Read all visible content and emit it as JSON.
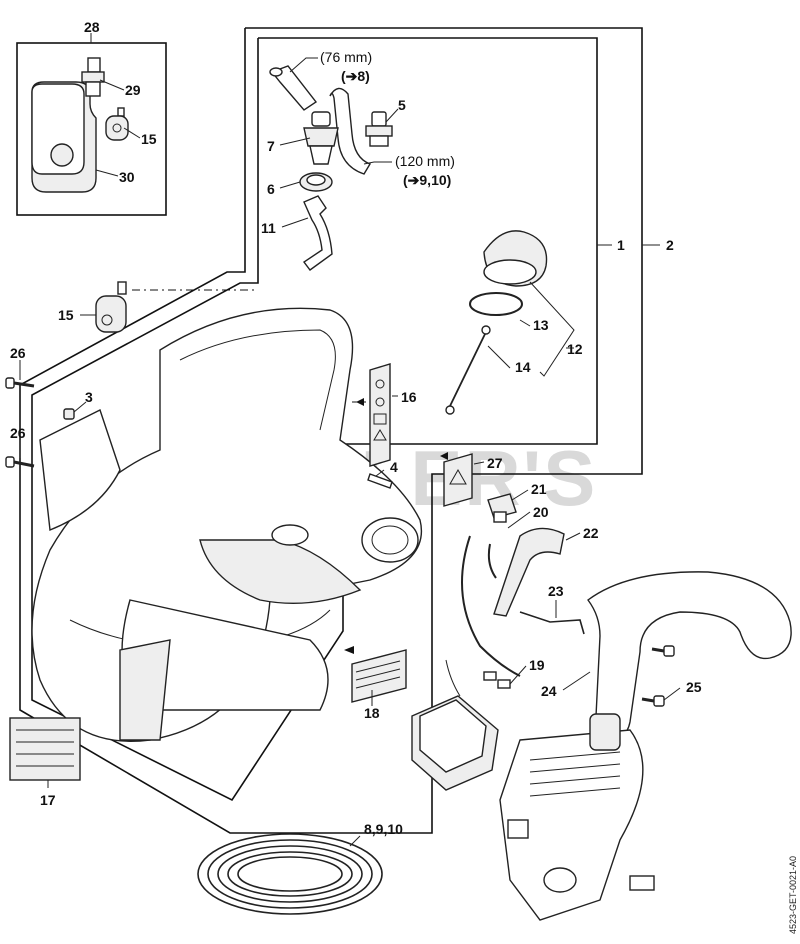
{
  "diagram": {
    "watermark": "STIHLER'S",
    "reference_code": "4523-GET-0021-A0",
    "callouts": [
      {
        "id": "c28",
        "text": "28"
      },
      {
        "id": "c29",
        "text": "29"
      },
      {
        "id": "c15a",
        "text": "15"
      },
      {
        "id": "c30",
        "text": "30"
      },
      {
        "id": "c5",
        "text": "5"
      },
      {
        "id": "c7",
        "text": "7"
      },
      {
        "id": "c6",
        "text": "6"
      },
      {
        "id": "c11",
        "text": "11"
      },
      {
        "id": "c15b",
        "text": "15"
      },
      {
        "id": "c1",
        "text": "1"
      },
      {
        "id": "c2",
        "text": "2"
      },
      {
        "id": "c13",
        "text": "13"
      },
      {
        "id": "c12",
        "text": "12"
      },
      {
        "id": "c14",
        "text": "14"
      },
      {
        "id": "c26a",
        "text": "26"
      },
      {
        "id": "c3",
        "text": "3"
      },
      {
        "id": "c16",
        "text": "16"
      },
      {
        "id": "c26b",
        "text": "26"
      },
      {
        "id": "c4",
        "text": "4"
      },
      {
        "id": "c27",
        "text": "27"
      },
      {
        "id": "c21",
        "text": "21"
      },
      {
        "id": "c20",
        "text": "20"
      },
      {
        "id": "c22",
        "text": "22"
      },
      {
        "id": "c23",
        "text": "23"
      },
      {
        "id": "c19",
        "text": "19"
      },
      {
        "id": "c25",
        "text": "25"
      },
      {
        "id": "c24",
        "text": "24"
      },
      {
        "id": "c18",
        "text": "18"
      },
      {
        "id": "c17",
        "text": "17"
      },
      {
        "id": "c8910",
        "text": "8,9,10"
      }
    ],
    "notes": {
      "hose_short_length": "(76 mm)",
      "hose_short_ref": "(➔8)",
      "hose_long_length": "(120 mm)",
      "hose_long_ref": "(➔9,10)"
    }
  }
}
